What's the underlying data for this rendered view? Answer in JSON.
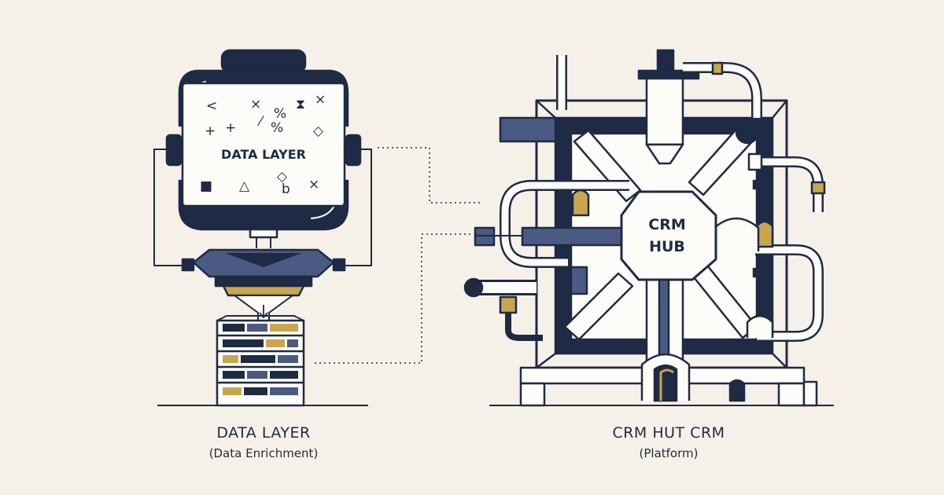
{
  "colors": {
    "background": "#f5f1e8",
    "navy": "#1f2a44",
    "slate": "#4a5a82",
    "gold": "#c9a64e",
    "white": "#fdfcf8"
  },
  "left_component": {
    "screen_label": "DATA LAYER",
    "screen_symbols": [
      "<",
      "+",
      "×",
      "%",
      "⧗",
      "×",
      "+",
      "%",
      "⁄",
      "◇",
      "◇",
      "△",
      "b",
      "×",
      "■"
    ],
    "caption_title": "DATA LAYER",
    "caption_subtitle": "(Data Enrichment)"
  },
  "right_component": {
    "hub_label_line1": "CRM",
    "hub_label_line2": "HUB",
    "caption_title": "CRM HUT CRM",
    "caption_subtitle": "(Platform)"
  }
}
